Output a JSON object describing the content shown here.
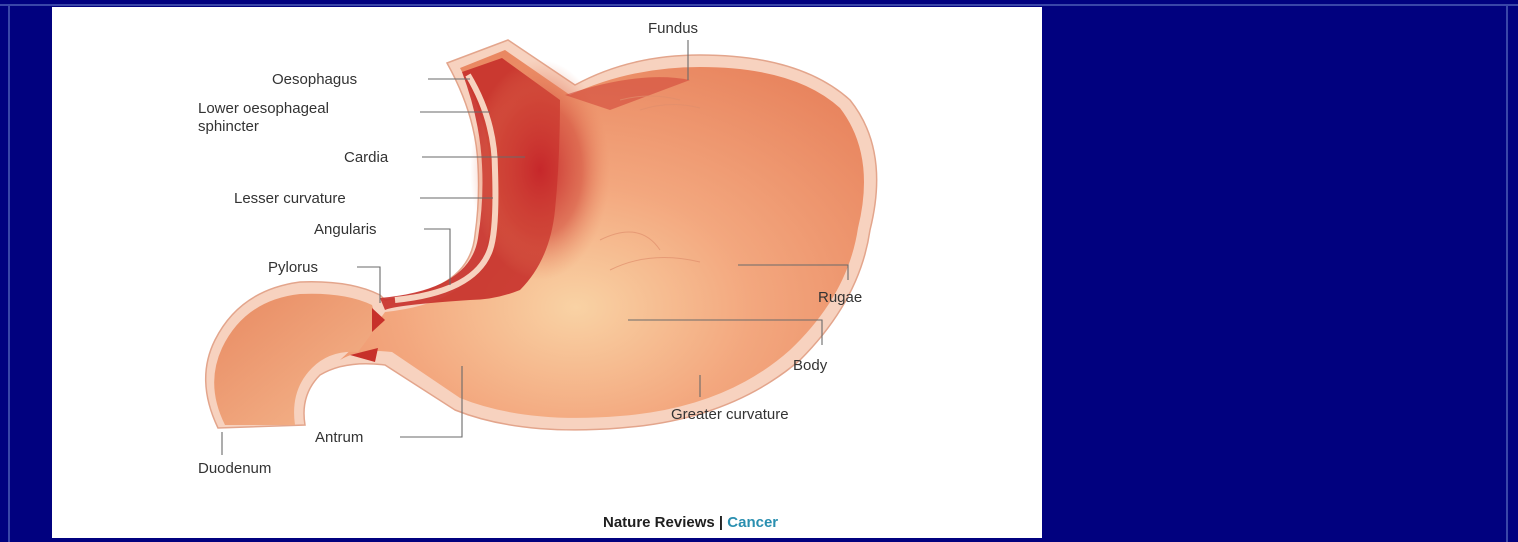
{
  "figure": {
    "labels": {
      "fundus": "Fundus",
      "oesophagus": "Oesophagus",
      "lower_sphincter_line1": "Lower oesophageal",
      "lower_sphincter_line2": "sphincter",
      "cardia": "Cardia",
      "lesser_curvature": "Lesser curvature",
      "angularis": "Angularis",
      "pylorus": "Pylorus",
      "rugae": "Rugae",
      "body": "Body",
      "greater_curvature": "Greater curvature",
      "antrum": "Antrum",
      "duodenum": "Duodenum"
    },
    "credit": {
      "publisher": "Nature Reviews",
      "separator": " | ",
      "journal": "Cancer"
    },
    "colors": {
      "background": "#01017f",
      "stomach_inner": "#f0a07a",
      "stomach_dark": "#c93028",
      "wall_outline": "#f7d2bf"
    }
  }
}
